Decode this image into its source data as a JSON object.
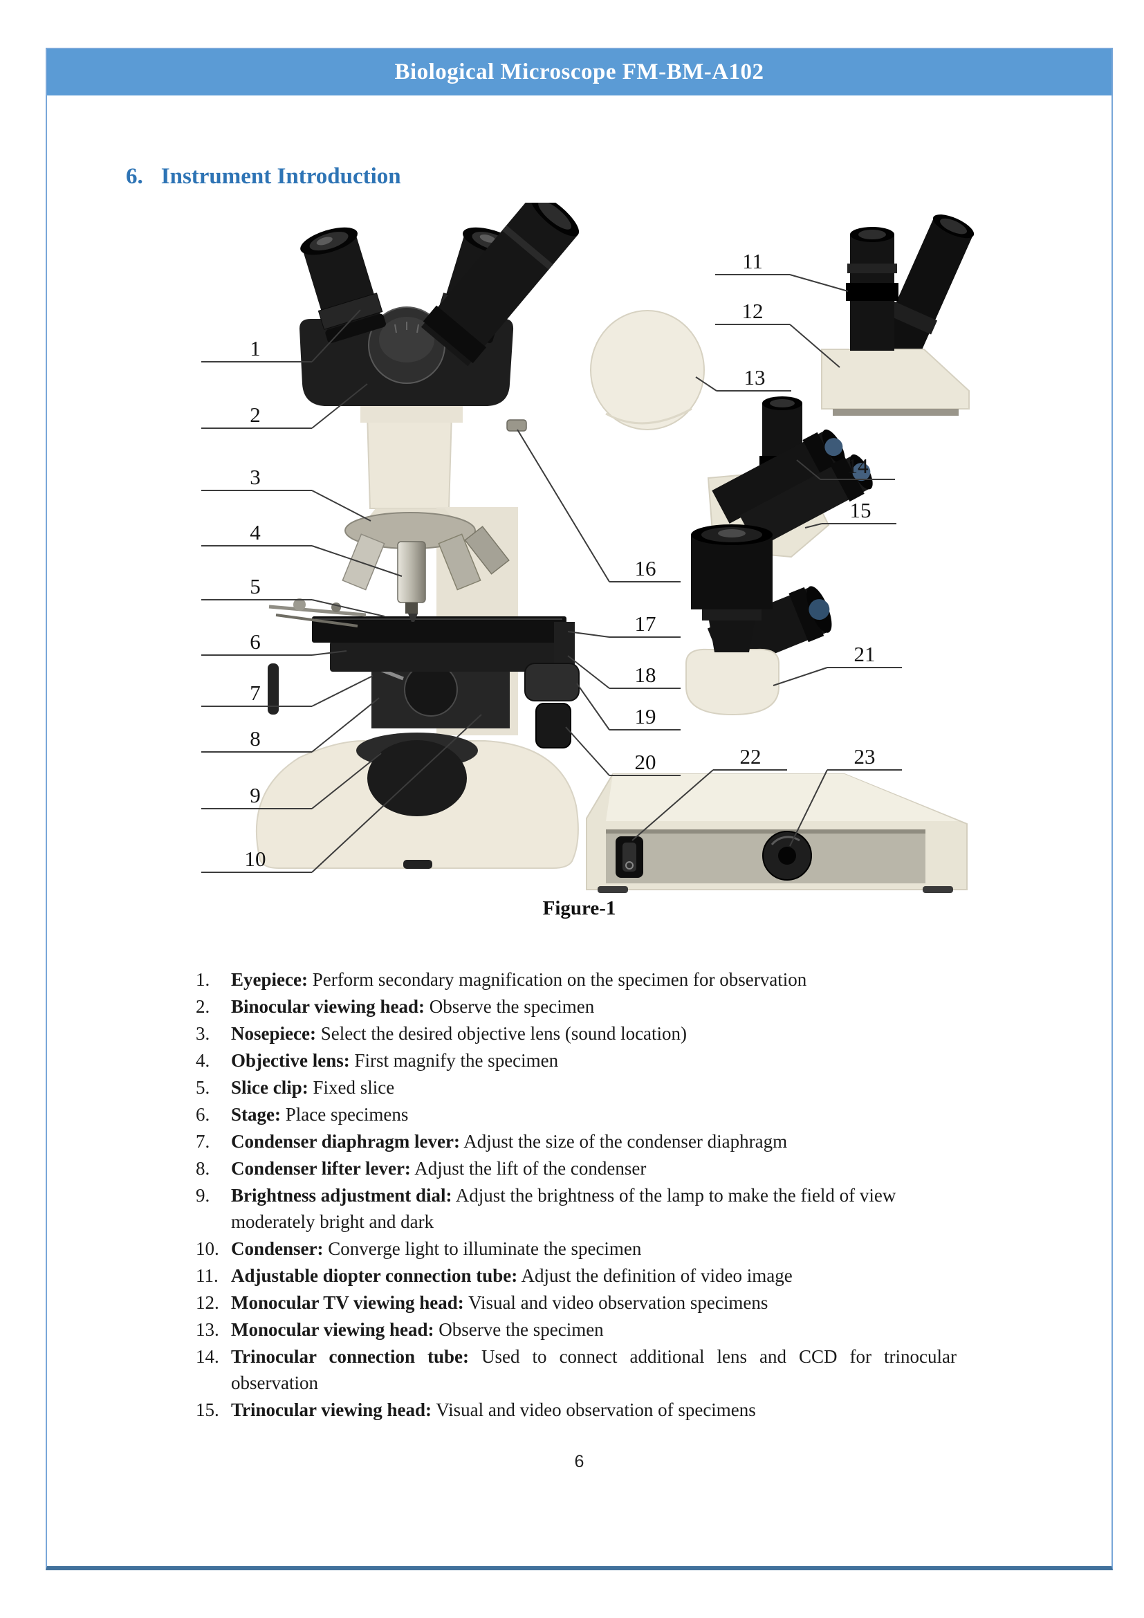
{
  "header": {
    "title": "Biological Microscope FM-BM-A102"
  },
  "section": {
    "number": "6.",
    "title": "Instrument Introduction"
  },
  "figure": {
    "caption": "Figure-1",
    "callouts": [
      "1",
      "2",
      "3",
      "4",
      "5",
      "6",
      "7",
      "8",
      "9",
      "10",
      "11",
      "12",
      "13",
      "14",
      "15",
      "16",
      "17",
      "18",
      "19",
      "20",
      "21",
      "22",
      "23"
    ]
  },
  "parts_list": [
    {
      "num": "1.",
      "term": "Eyepiece:",
      "desc": "Perform secondary magnification on the specimen for observation"
    },
    {
      "num": "2.",
      "term": "Binocular viewing head:",
      "desc": "Observe the specimen"
    },
    {
      "num": "3.",
      "term": "Nosepiece:",
      "desc": "Select the desired objective lens (sound location)"
    },
    {
      "num": "4.",
      "term": "Objective lens:",
      "desc": "First magnify the specimen"
    },
    {
      "num": "5.",
      "term": "Slice clip:",
      "desc": "Fixed slice"
    },
    {
      "num": "6.",
      "term": "Stage:",
      "desc": "Place specimens"
    },
    {
      "num": "7.",
      "term": "Condenser diaphragm lever:",
      "desc": "Adjust the size of the condenser diaphragm"
    },
    {
      "num": "8.",
      "term": "Condenser lifter lever:",
      "desc": "Adjust the lift of the condenser"
    },
    {
      "num": "9.",
      "term": "Brightness adjustment dial:",
      "desc": "Adjust the brightness of the lamp to make the field of view moderately bright and dark"
    },
    {
      "num": "10.",
      "term": "Condenser:",
      "desc": "Converge light to illuminate the specimen"
    },
    {
      "num": "11.",
      "term": "Adjustable diopter connection tube:",
      "desc": "Adjust the definition of video image"
    },
    {
      "num": "12.",
      "term": "Monocular TV viewing head:",
      "desc": "Visual and video observation specimens"
    },
    {
      "num": "13.",
      "term": "Monocular viewing head:",
      "desc": "Observe the specimen"
    },
    {
      "num": "14.",
      "term": "Trinocular connection tube:",
      "desc": "Used to connect additional lens and CCD for trinocular observation"
    },
    {
      "num": "15.",
      "term": "Trinocular viewing head:",
      "desc": "Visual and video observation of specimens"
    }
  ],
  "footer": {
    "page_number": "6"
  },
  "colors": {
    "header_band": "#5b9bd5",
    "heading_text": "#2e74b5",
    "page_border": "#79a7d9",
    "page_border_bottom": "#41719c",
    "body_text": "#1a1a1a"
  }
}
